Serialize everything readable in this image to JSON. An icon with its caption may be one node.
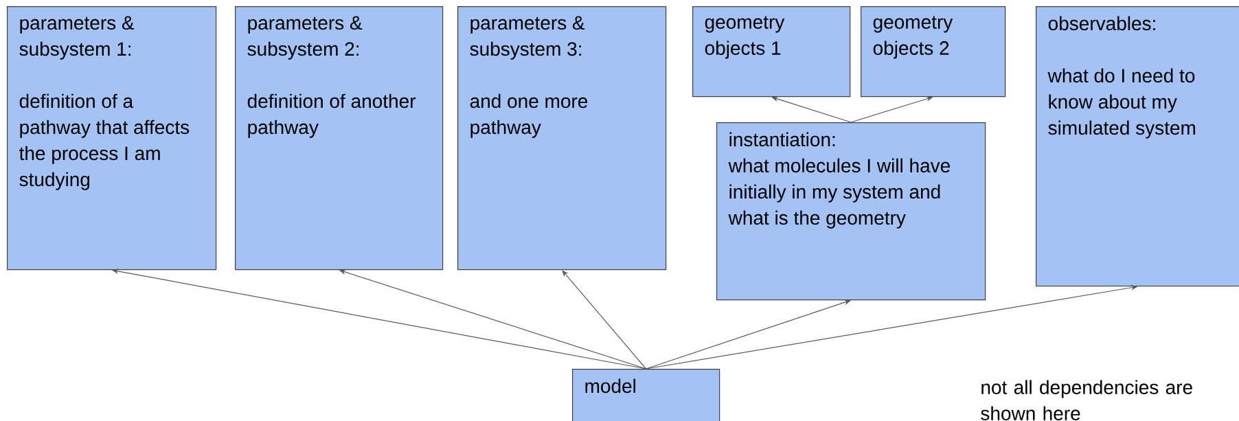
{
  "diagram": {
    "nodes": [
      {
        "text": [
          "parameters & subsystem 1:",
          "definition of a pathway that affects the process I am studying"
        ]
      },
      {
        "text": [
          "parameters & subsystem 2:",
          "definition of another pathway"
        ]
      },
      {
        "text": [
          "parameters & subsystem 3:",
          "and one more pathway"
        ]
      },
      {
        "text": [
          "geometry objects 1"
        ]
      },
      {
        "text": [
          "geometry objects 2"
        ]
      },
      {
        "text": [
          "instantiation:",
          "what molecules I will have initially in my system and what is the geometry"
        ]
      },
      {
        "text": [
          "observables:",
          "what do I need to know about my simulated system"
        ]
      },
      {
        "text": [
          "model"
        ]
      }
    ],
    "edges": [
      {
        "from": 7,
        "to": 0,
        "arrow": "to"
      },
      {
        "from": 7,
        "to": 1,
        "arrow": "to"
      },
      {
        "from": 7,
        "to": 2,
        "arrow": "to"
      },
      {
        "from": 7,
        "to": 5,
        "arrow": "to"
      },
      {
        "from": 7,
        "to": 6,
        "arrow": "to"
      },
      {
        "from": 5,
        "to": 3,
        "arrow": "to"
      },
      {
        "from": 5,
        "to": 4,
        "arrow": "to"
      }
    ],
    "labels": [
      "not all dependencies are shown here"
    ]
  }
}
